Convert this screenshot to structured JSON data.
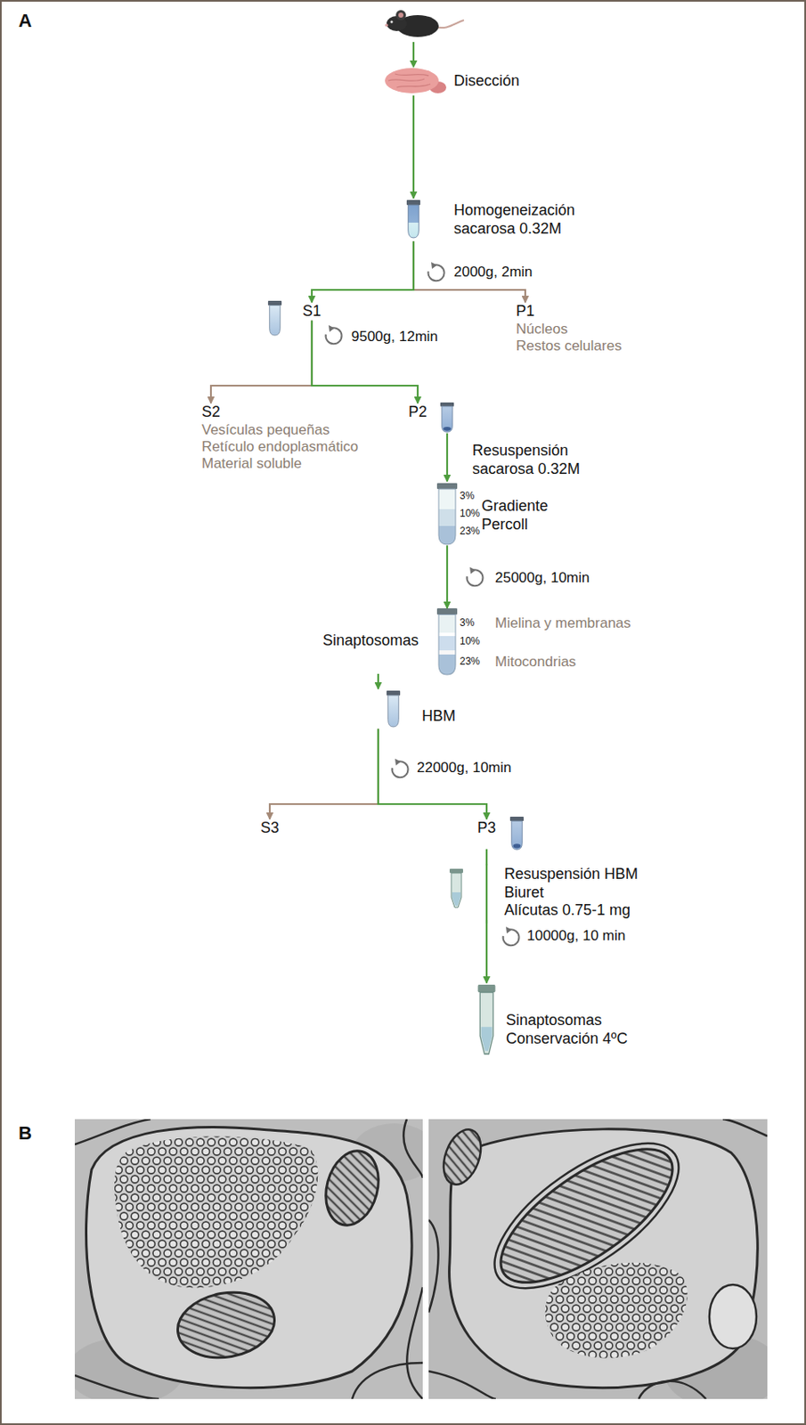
{
  "diagram": {
    "nodes": [
      {
        "text": [
          "Disección"
        ]
      },
      {
        "text": [
          "Homogeneización sacarosa 0.32M"
        ]
      },
      {
        "text": [
          "S1"
        ]
      },
      {
        "text": [
          "P1",
          "Núcleos",
          "Restos celulares"
        ]
      },
      {
        "text": [
          "S2",
          "Vesículas pequeñas",
          "Retículo endoplasmático",
          "Material soluble"
        ]
      },
      {
        "text": [
          "P2"
        ]
      },
      {
        "text": [
          "Gradiente Percoll"
        ]
      },
      {
        "text": [
          "Sinaptosomas",
          "Mielina y membranas",
          "Mitocondrias"
        ]
      },
      {
        "text": [
          "HBM"
        ]
      },
      {
        "text": [
          "S3"
        ]
      },
      {
        "text": [
          "P3"
        ]
      },
      {
        "text": [
          "Resuspensión HBM",
          "Biuret",
          "Alícutas 0.75-1 mg"
        ]
      },
      {
        "text": [
          "Sinaptosomas",
          "Conservación 4ºC"
        ]
      }
    ],
    "edges": [
      {
        "from": 0,
        "to": 1,
        "arrow": "to"
      },
      {
        "from": 1,
        "to": 2,
        "arrow": "to"
      },
      {
        "from": 1,
        "to": 3,
        "arrow": "to"
      },
      {
        "from": 2,
        "to": 4,
        "arrow": "to"
      },
      {
        "from": 2,
        "to": 5,
        "arrow": "to"
      },
      {
        "from": 5,
        "to": 6,
        "label": "Resuspensión sacarosa 0.32M",
        "arrow": "to"
      },
      {
        "from": 6,
        "to": 7,
        "arrow": "to"
      },
      {
        "from": 7,
        "to": 8,
        "arrow": "to"
      },
      {
        "from": 8,
        "to": 9,
        "arrow": "to"
      },
      {
        "from": 8,
        "to": 10,
        "arrow": "to"
      },
      {
        "from": 10,
        "to": 11,
        "arrow": "none"
      },
      {
        "from": 11,
        "to": 12,
        "arrow": "to"
      }
    ],
    "labels": [
      "A",
      "2000g, 2min",
      "9500g, 12min",
      "3%",
      "10%",
      "23%",
      "25000g, 10min",
      "3%",
      "10%",
      "23%",
      "22000g, 10min",
      "10000g, 10 min",
      "B"
    ]
  }
}
